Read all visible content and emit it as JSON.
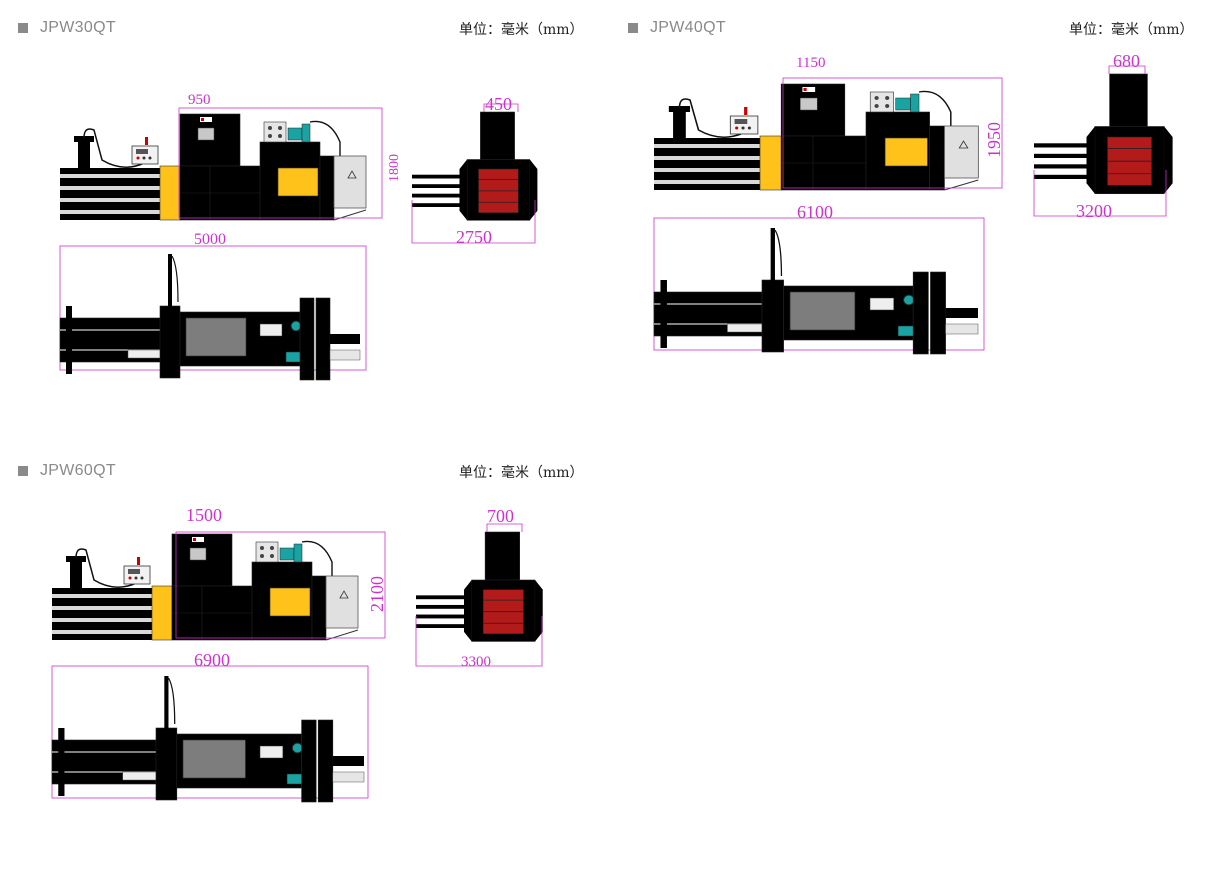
{
  "sections": [
    {
      "model": "JPW30QT",
      "unit": "单位：毫米（mm）",
      "width": "950",
      "height": "1800",
      "length": "5000",
      "end_width": "450",
      "end_length": "2750"
    },
    {
      "model": "JPW40QT",
      "unit": "单位：毫米（mm）",
      "width": "1150",
      "height": "1950",
      "length": "6100",
      "end_width": "680",
      "end_length": "3200"
    },
    {
      "model": "JPW60QT",
      "unit": "单位：毫米（mm）",
      "width": "1500",
      "height": "2100",
      "length": "6900",
      "end_width": "700",
      "end_length": "3300"
    }
  ],
  "colors": {
    "blue": "#1f8fc4",
    "black": "#111111",
    "yellow": "#ffc21a",
    "red": "#b31b1b",
    "dimension": "#cc33cc",
    "gray": "#8a8a8a"
  }
}
